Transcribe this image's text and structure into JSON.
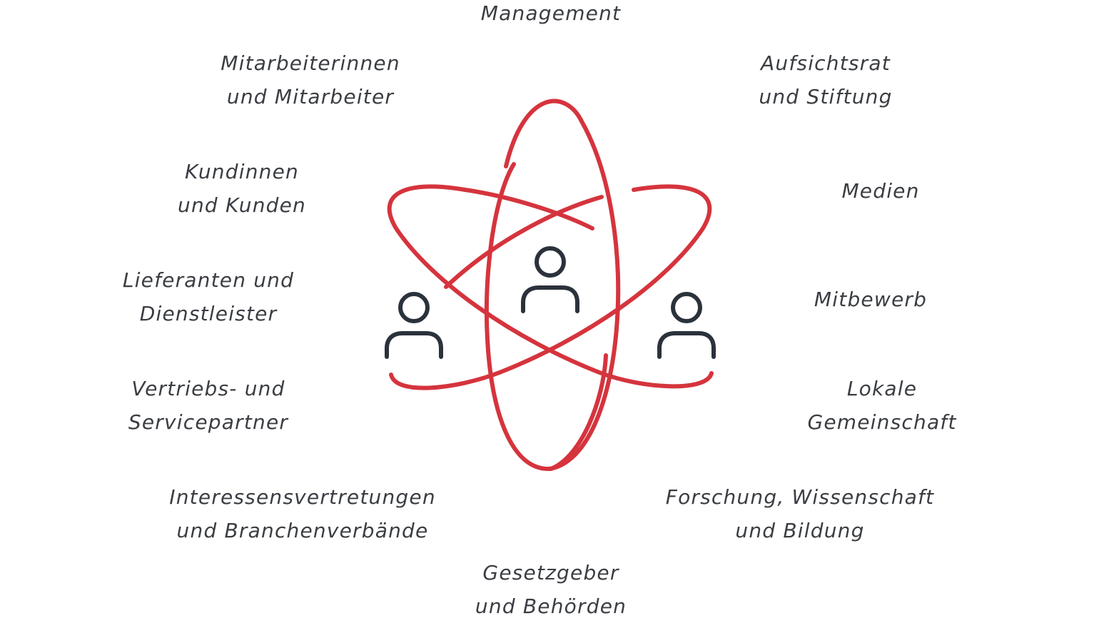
{
  "colors": {
    "orbit": "#d5343d",
    "person": "#2b323c",
    "text": "#3a3d42"
  },
  "center_icon": "atom-orbits-with-people-icon",
  "stakeholders": {
    "management": [
      "Management"
    ],
    "aufsichtsrat": [
      "Aufsichtsrat",
      "und Stiftung"
    ],
    "medien": [
      "Medien"
    ],
    "mitbewerb": [
      "Mitbewerb"
    ],
    "gemeinschaft": [
      "Lokale",
      "Gemeinschaft"
    ],
    "forschung": [
      "Forschung, Wissenschaft",
      "und Bildung"
    ],
    "gesetzgeber": [
      "Gesetzgeber",
      "und Behörden"
    ],
    "interessen": [
      "Interessensvertretungen",
      "und Branchenverbände"
    ],
    "vertrieb": [
      "Vertriebs- und",
      "Servicepartner"
    ],
    "lieferanten": [
      "Lieferanten und",
      "Dienstleister"
    ],
    "kunden": [
      "Kundinnen",
      "und Kunden"
    ],
    "mitarbeiter": [
      "Mitarbeiterinnen",
      "und Mitarbeiter"
    ]
  }
}
